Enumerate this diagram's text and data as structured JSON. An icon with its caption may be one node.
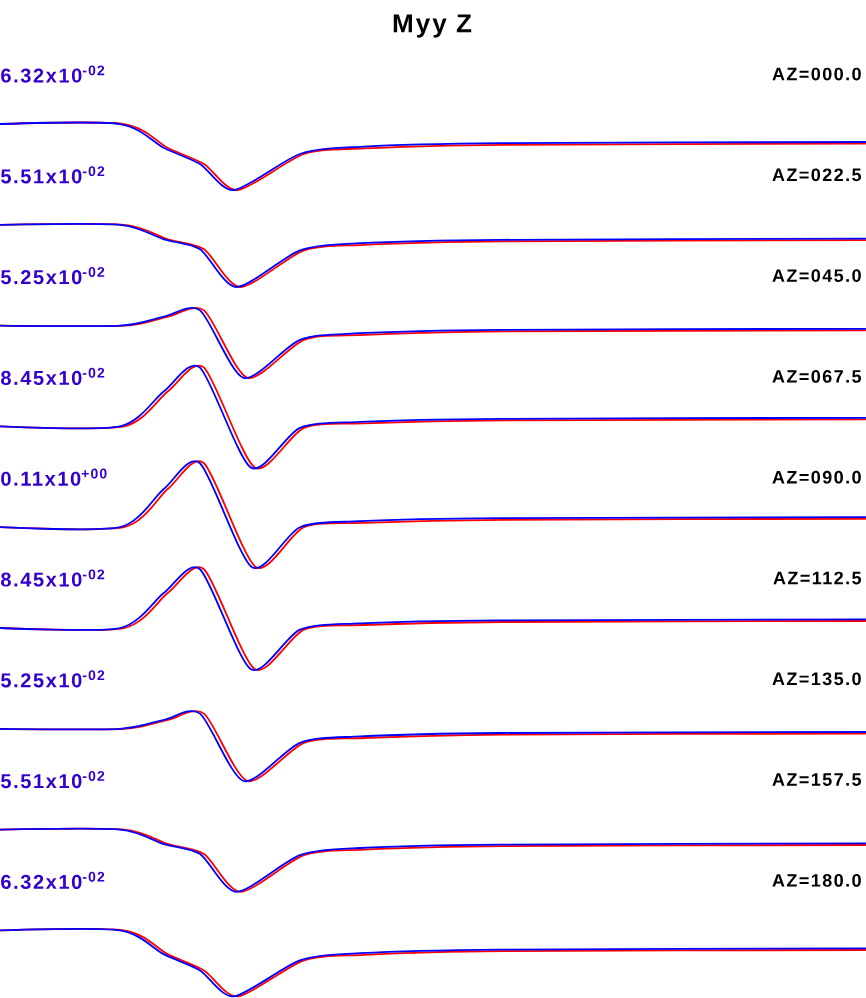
{
  "diagram": {
    "title": "Myy Z",
    "labels": [
      "6.32x10$^{-02}$",
      "AZ=000.0",
      "5.51x10$^{-02}$",
      "AZ=022.5",
      "5.25x10$^{-02}$",
      "AZ=045.0",
      "8.45x10$^{-02}$",
      "AZ=067.5",
      "0.11x10$^{+00}$",
      "AZ=090.0",
      "8.45x10$^{-02}$",
      "AZ=112.5",
      "5.25x10$^{-02}$",
      "AZ=135.0",
      "5.51x10$^{-02}$",
      "AZ=157.5",
      "6.32x10$^{-02}$",
      "AZ=180.0"
    ]
  }
}
